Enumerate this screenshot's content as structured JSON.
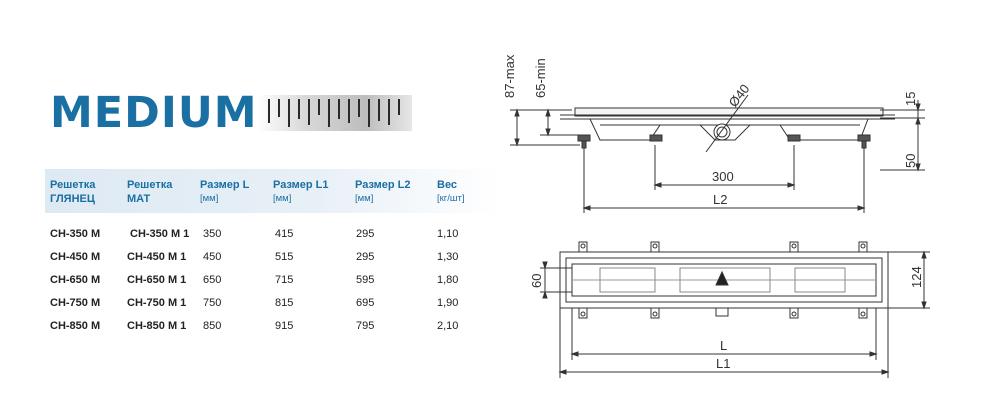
{
  "title": "MEDIUM",
  "table": {
    "headers": [
      {
        "line1": "Решетка",
        "line2": "ГЛЯНЕЦ",
        "sub": ""
      },
      {
        "line1": "Решетка",
        "line2": "МАТ",
        "sub": ""
      },
      {
        "line1": "Размер L",
        "line2": "",
        "sub": "[мм]"
      },
      {
        "line1": "Размер L1",
        "line2": "",
        "sub": "[мм]"
      },
      {
        "line1": "Размер L2",
        "line2": "",
        "sub": "[мм]"
      },
      {
        "line1": "Вес",
        "line2": "",
        "sub": "[кг/шт]"
      }
    ],
    "rows": [
      [
        "CH-350 M",
        "CH-350 M 1",
        "350",
        "415",
        "295",
        "1,10"
      ],
      [
        "CH-450 M",
        "CH-450 M 1",
        "450",
        "515",
        "295",
        "1,30"
      ],
      [
        "CH-650 M",
        "CH-650 M 1",
        "650",
        "715",
        "595",
        "1,80"
      ],
      [
        "CH-750 M",
        "CH-750 M 1",
        "750",
        "815",
        "695",
        "1,90"
      ],
      [
        "CH-850 M",
        "CH-850 M 1",
        "850",
        "915",
        "795",
        "2,10"
      ]
    ]
  },
  "drawing": {
    "dim_87max": "87-max",
    "dim_65min": "65-min",
    "dim_40": "Ø40",
    "dim_15": "15",
    "dim_50": "50",
    "dim_300": "300",
    "dim_L2": "L2",
    "dim_60": "60",
    "dim_124": "124",
    "dim_L": "L",
    "dim_L1": "L1"
  },
  "colors": {
    "accent": "#1a6fa3",
    "header_bg": "#dde9f3"
  }
}
